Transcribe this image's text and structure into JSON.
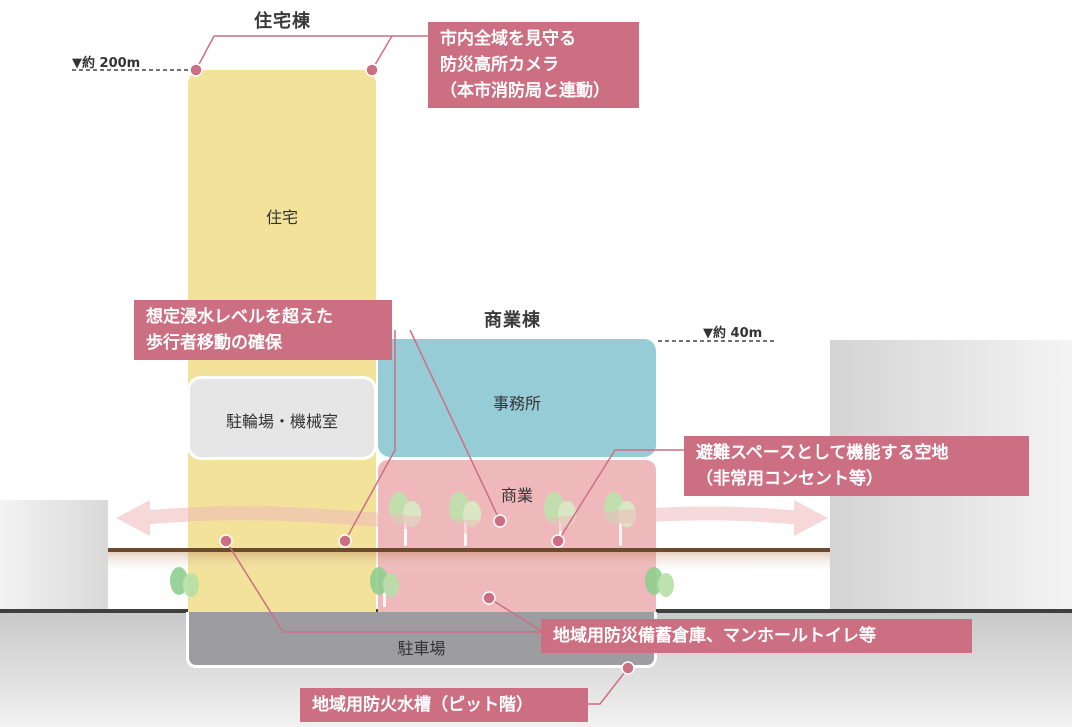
{
  "buildings": {
    "residential_tower": {
      "title": "住宅棟",
      "level": "▼約 200m"
    },
    "commercial_tower": {
      "title": "商業棟",
      "level": "▼約 40m"
    }
  },
  "spaces": {
    "housing": "住宅",
    "bike_machine_room": "駐輪場・機械室",
    "office": "事務所",
    "commerce": "商業",
    "parking": "駐車場"
  },
  "callouts": {
    "camera": [
      "市内全域を見守る",
      "防災高所カメラ",
      "（本市消防局と連動）"
    ],
    "walkway": [
      "想定浸水レベルを超えた",
      "歩行者移動の確保"
    ],
    "open_space": [
      "避難スペースとして機能する空地",
      "（非常用コンセント等）"
    ],
    "storage": [
      "地域用防災備蓄倉庫、マンホールトイレ等"
    ],
    "water_tank": [
      "地域用防火水槽（ピット階）"
    ]
  },
  "colors": {
    "housing": "#f2e29a",
    "office": "#96ccd6",
    "commerce": "#efb9bb",
    "parking": "#9c9ca1",
    "bike_room": "#e6e6e6",
    "callout": "#cc6f82",
    "ground": "#6b4a2e"
  }
}
